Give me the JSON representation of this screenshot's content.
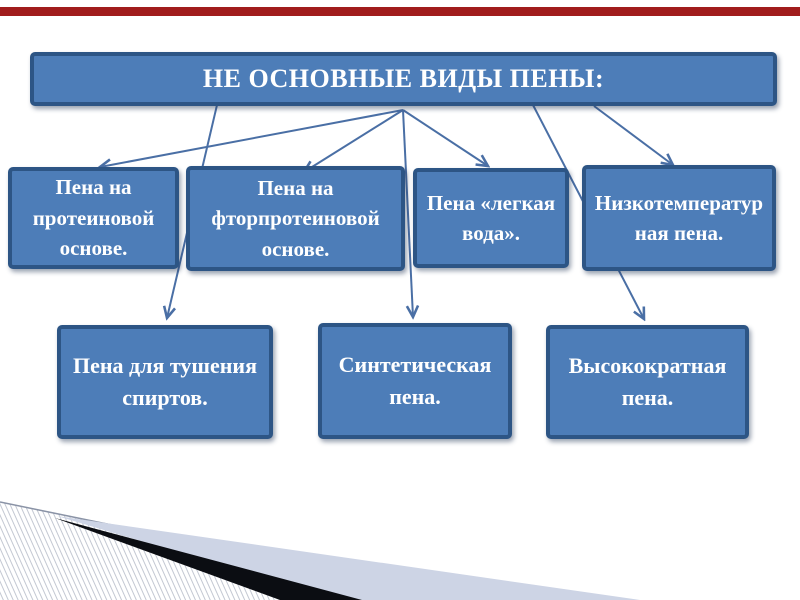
{
  "slide": {
    "title": "НЕ ОСНОВНЫЕ ВИДЫ ПЕНЫ:",
    "top_bar_color": "#a11d1d",
    "colors": {
      "box_fill": "#4d7db8",
      "box_border": "#2d5585",
      "box_text": "#ffffff",
      "arrow": "#4a6fa5",
      "ornament_black": "#0b0d12",
      "ornament_lavender": "#cdd4e5",
      "hatch_line": "#c3c8d2",
      "hatch_border": "#8a93a6"
    },
    "level1": [
      {
        "id": "protein",
        "label": "Пена на протеиновой основе."
      },
      {
        "id": "fluoroprotein",
        "label": "Пена на фторпротеиновой основе."
      },
      {
        "id": "light-water",
        "label": "Пена «легкая вода»."
      },
      {
        "id": "low-temp",
        "label": "Низкотемператур ная пена."
      }
    ],
    "level2": [
      {
        "id": "alcohol",
        "label": "Пена для тушения спиртов."
      },
      {
        "id": "synthetic",
        "label": "Синтетическая пена."
      },
      {
        "id": "high-expansion",
        "label": "Высокократная пена."
      }
    ],
    "connections": [
      {
        "from": "title",
        "to": "protein"
      },
      {
        "from": "title",
        "to": "fluoroprotein"
      },
      {
        "from": "title",
        "to": "light-water"
      },
      {
        "from": "title",
        "to": "low-temp"
      },
      {
        "from": "title",
        "to": "alcohol"
      },
      {
        "from": "title",
        "to": "synthetic"
      },
      {
        "from": "title",
        "to": "high-expansion"
      }
    ]
  }
}
